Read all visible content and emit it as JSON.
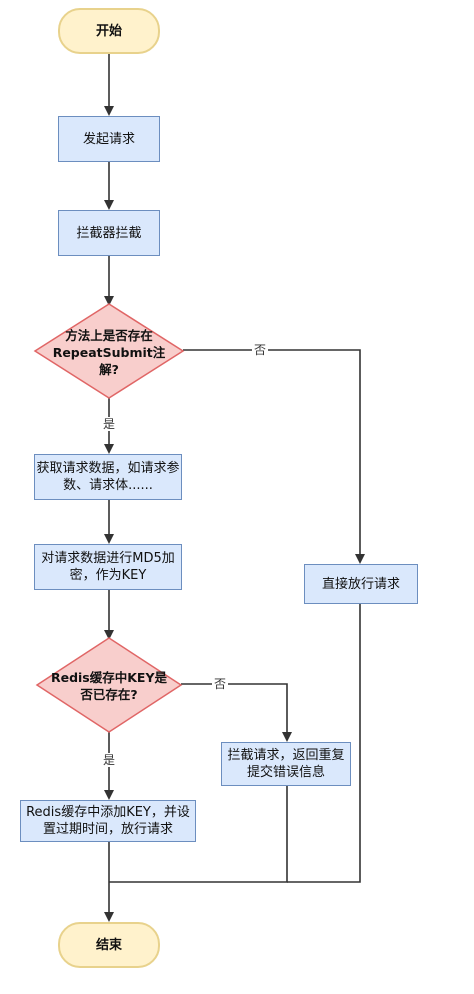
{
  "diagram": {
    "nodes": {
      "start": "开始",
      "send_request": "发起请求",
      "interceptor": "拦截器拦截",
      "check_annotation": "方法上是否存在RepeatSubmit注解?",
      "get_request_data": "获取请求数据，如请求参数、请求体......",
      "md5_key": "对请求数据进行MD5加密，作为KEY",
      "redis_exists": "Redis缓存中KEY是否已存在?",
      "add_key": "Redis缓存中添加KEY，并设置过期时间，放行请求",
      "block_request": "拦截请求，返回重复提交错误信息",
      "pass_request": "直接放行请求",
      "end": "结束"
    },
    "edge_labels": {
      "annotation_no": "否",
      "annotation_yes": "是",
      "exists_no": "否",
      "exists_yes": "是"
    },
    "colors": {
      "terminal_fill": "#fff2cc",
      "process_fill": "#dae8fc",
      "process_stroke": "#6c8ebf",
      "decision_fill": "#f8cecc",
      "decision_stroke": "#e06666",
      "line": "#333333"
    }
  }
}
